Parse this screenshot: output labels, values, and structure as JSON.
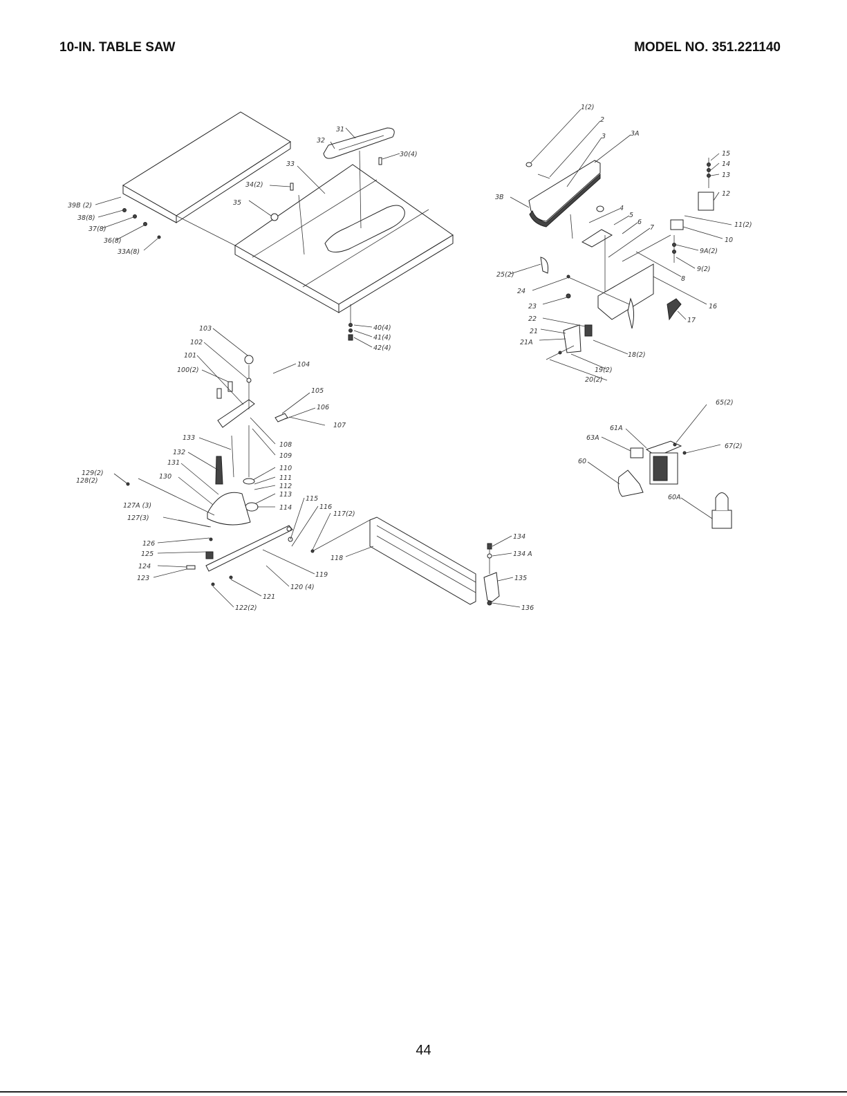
{
  "header": {
    "title": "10-IN. TABLE SAW",
    "model": "MODEL NO. 351.221140"
  },
  "footer": {
    "page_number": "44"
  },
  "labels": {
    "l1": "1(2)",
    "l2": "2",
    "l3": "3",
    "l3A": "3A",
    "l3B": "3B",
    "l4": "4",
    "l5": "5",
    "l6": "6",
    "l7": "7",
    "l8": "8",
    "l9": "9(2)",
    "l9A": "9A(2)",
    "l10": "10",
    "l11": "11(2)",
    "l12": "12",
    "l13": "13",
    "l14": "14",
    "l15": "15",
    "l16": "16",
    "l17": "17",
    "l18": "18(2)",
    "l19": "19(2)",
    "l20": "20(2)",
    "l21": "21",
    "l21A": "21A",
    "l22": "22",
    "l23": "23",
    "l24": "24",
    "l25": "25(2)",
    "l30": "30(4)",
    "l31": "31",
    "l32": "32",
    "l33": "33",
    "l33A": "33A(8)",
    "l34": "34(2)",
    "l35": "35",
    "l36": "36(8)",
    "l37": "37(8)",
    "l38": "38(8)",
    "l39B": "39B (2)",
    "l40": "40(4)",
    "l41": "41(4)",
    "l42": "42(4)",
    "l60": "60",
    "l60A": "60A",
    "l61A": "61A",
    "l63A": "63A",
    "l65": "65(2)",
    "l67": "67(2)",
    "l100": "100(2)",
    "l101": "101",
    "l102": "102",
    "l103": "103",
    "l104": "104",
    "l105": "105",
    "l106": "106",
    "l107": "107",
    "l108": "108",
    "l109": "109",
    "l110": "110",
    "l111": "111",
    "l112": "112",
    "l113": "113",
    "l114": "114",
    "l115": "115",
    "l116": "116",
    "l117": "117(2)",
    "l118": "118",
    "l119": "119",
    "l120": "120 (4)",
    "l121": "121",
    "l122": "122(2)",
    "l123": "123",
    "l124": "124",
    "l125": "125",
    "l126": "126",
    "l127": "127(3)",
    "l127A": "127A (3)",
    "l128": "128(2)",
    "l129": "129(2)",
    "l130": "130",
    "l131": "131",
    "l132": "132",
    "l133": "133",
    "l134": "134",
    "l134A": "134 A",
    "l135": "135",
    "l136": "136"
  }
}
